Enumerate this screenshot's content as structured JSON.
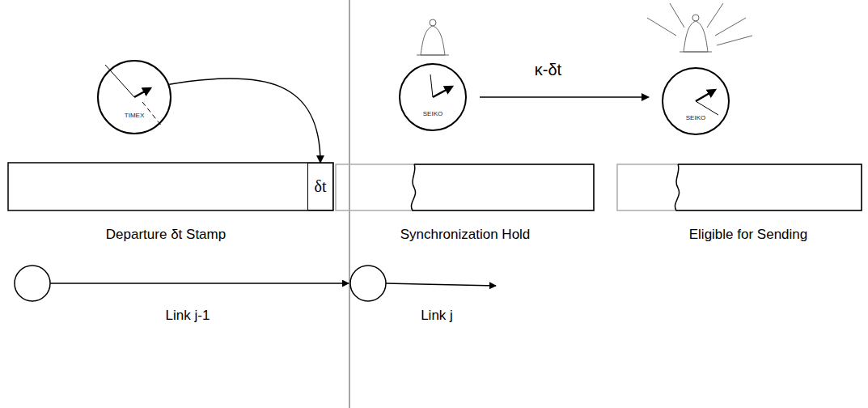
{
  "diagram": {
    "nodes": [
      {
        "text": [
          "TIMEX"
        ]
      },
      {
        "text": [
          "δt"
        ]
      },
      {
        "text": [
          "SEIKO"
        ]
      },
      {
        "text": [
          "SEIKO"
        ]
      }
    ],
    "edges": [
      {
        "from": 0,
        "to": 1,
        "arrow": "to"
      },
      {
        "from": 2,
        "to": 3,
        "label": "κ-δt",
        "arrow": "to"
      }
    ],
    "labels": [
      "Departure δt Stamp",
      "Synchronization Hold",
      "Eligible for Sending",
      "Link j-1",
      "Link j"
    ]
  }
}
